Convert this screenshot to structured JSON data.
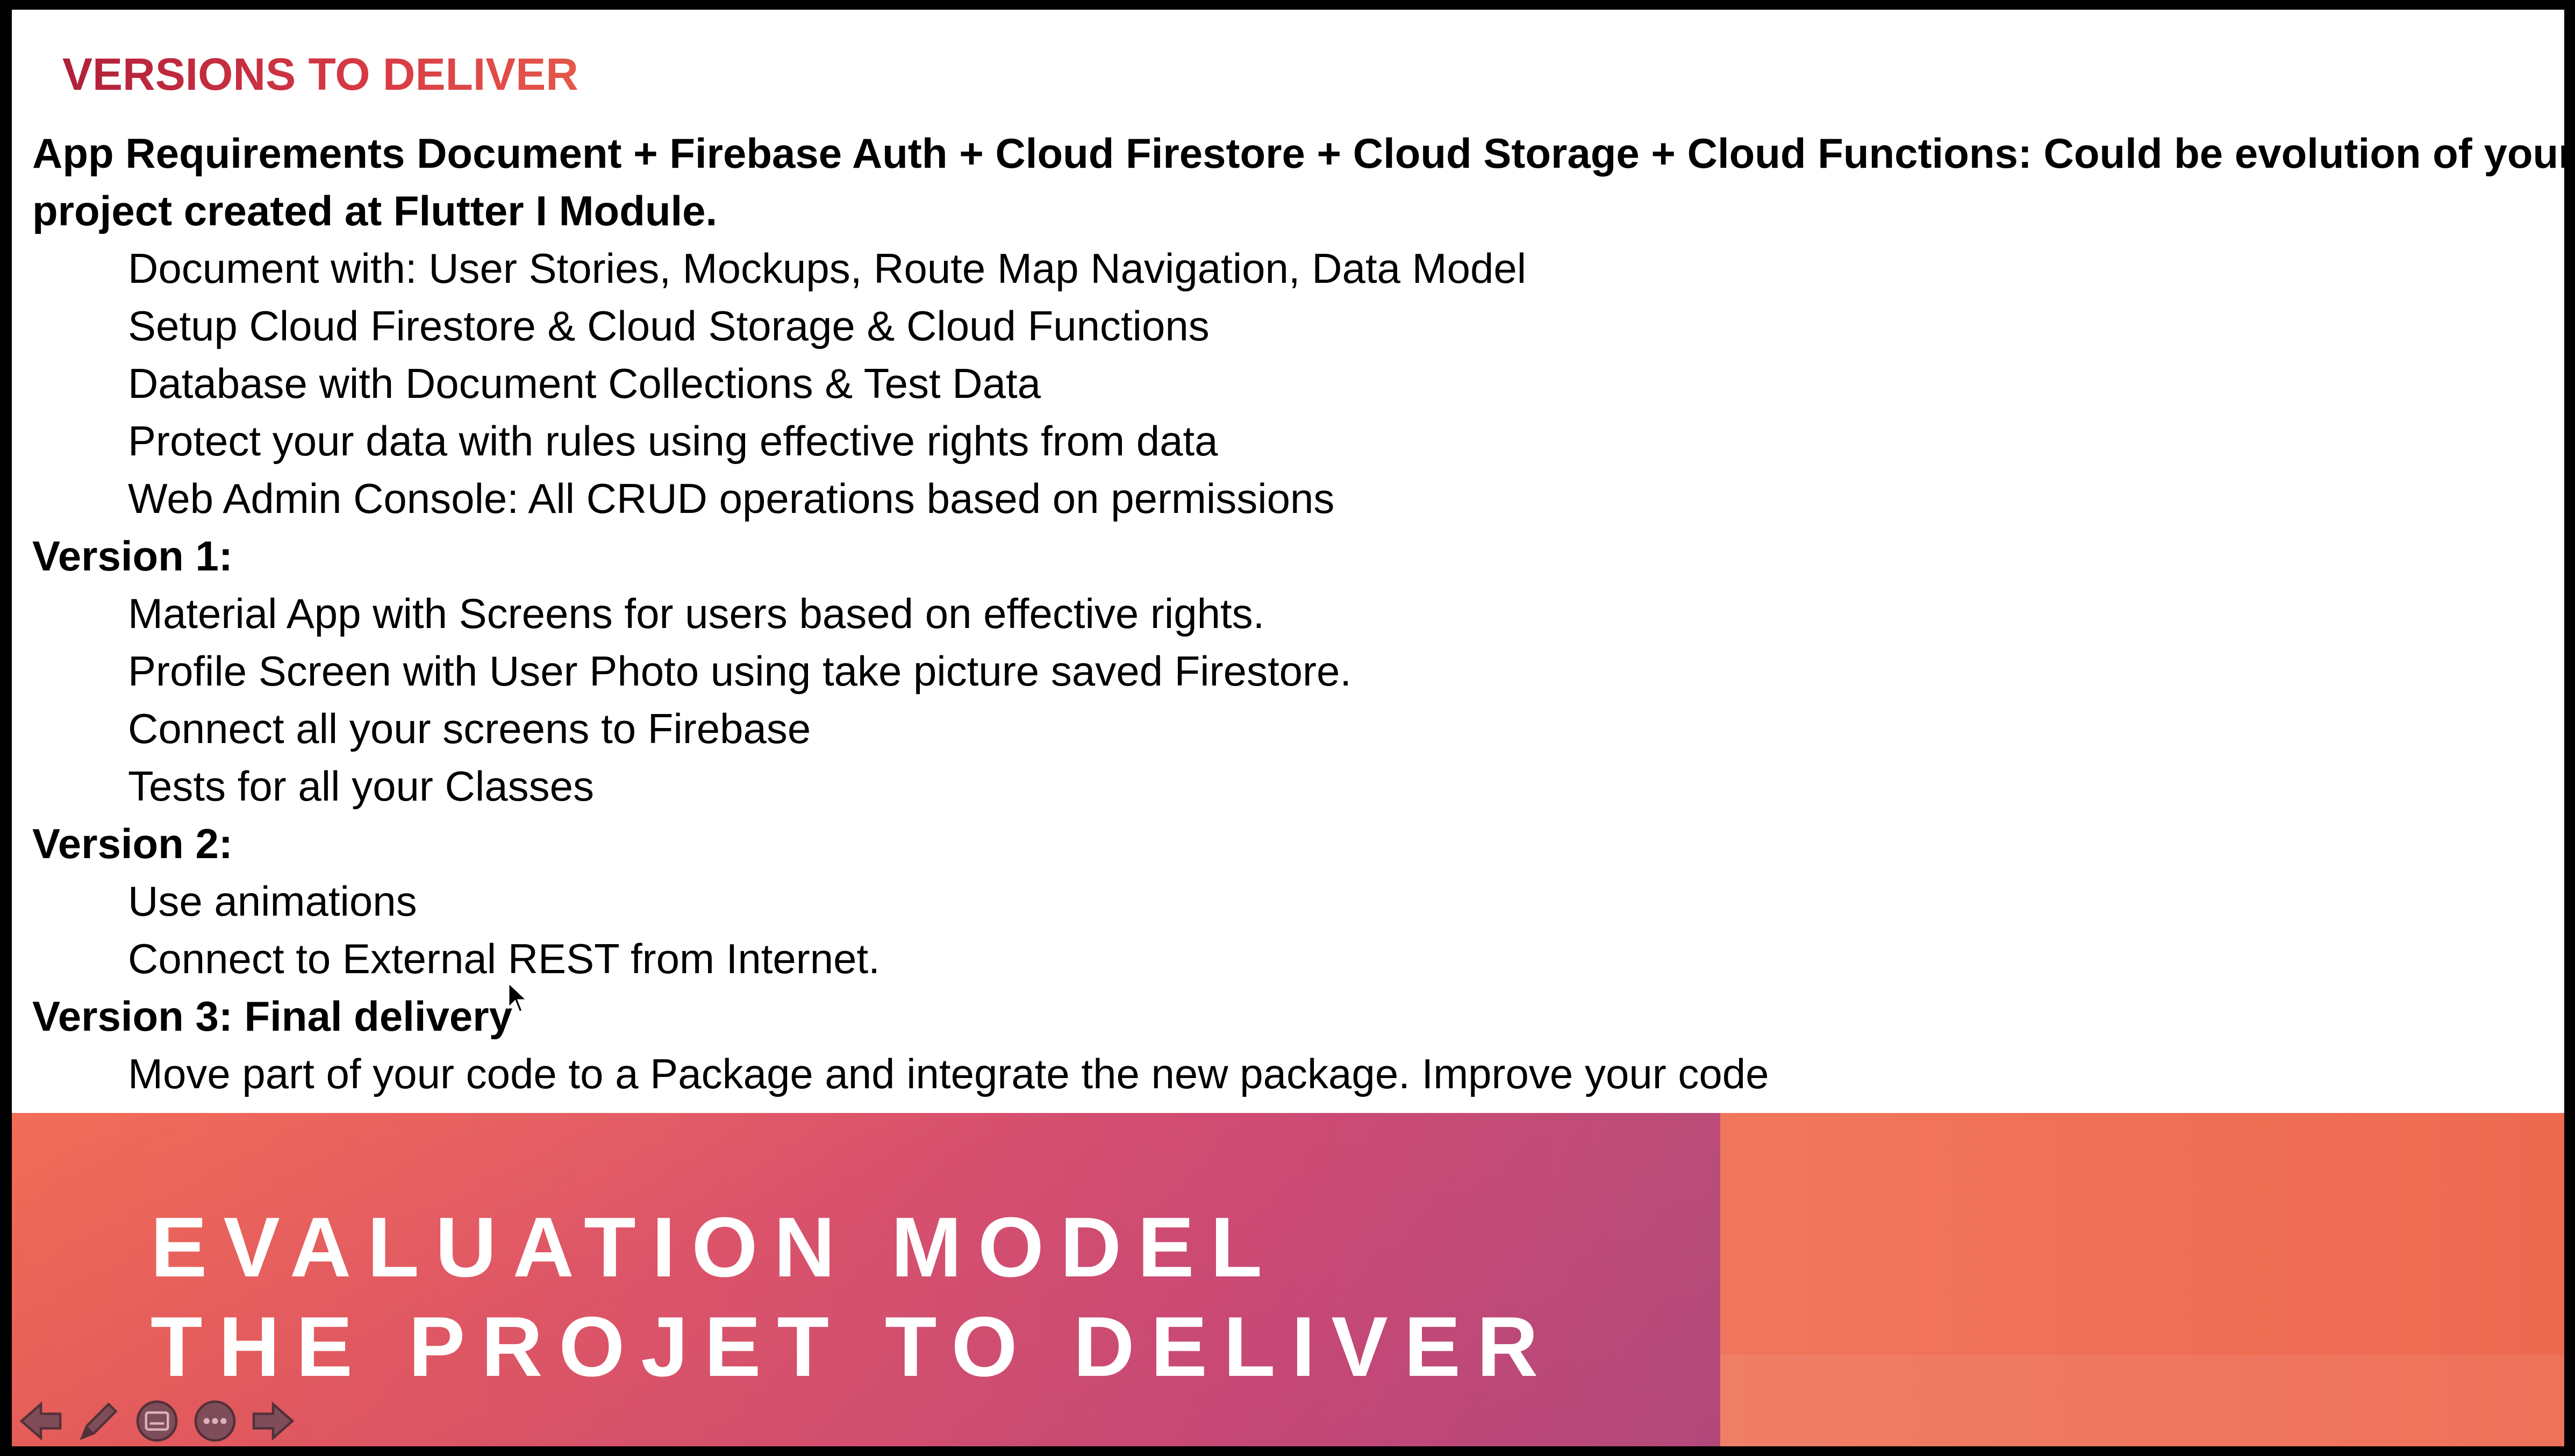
{
  "slide": {
    "title": "VERSIONS TO DELIVER",
    "lines": [
      {
        "text": "App Requirements Document + Firebase Auth + Cloud Firestore + Cloud Storage + Cloud Functions:  Could be evolution of your",
        "style": "bold"
      },
      {
        "text": "project created at Flutter I Module.",
        "style": "bold"
      },
      {
        "text": "Document with: User Stories, Mockups, Route Map Navigation, Data Model",
        "style": "indent"
      },
      {
        "text": "Setup Cloud Firestore & Cloud Storage & Cloud Functions",
        "style": "indent"
      },
      {
        "text": "Database with Document Collections & Test Data",
        "style": "indent"
      },
      {
        "text": "Protect your data with rules using effective rights from data",
        "style": "indent"
      },
      {
        "text": "Web Admin Console: All CRUD operations based on permissions",
        "style": "indent"
      },
      {
        "text": "Version 1:",
        "style": "bold"
      },
      {
        "text": "Material App with Screens for users based on effective rights.",
        "style": "indent"
      },
      {
        "text": "Profile Screen with User Photo using take picture saved Firestore.",
        "style": "indent"
      },
      {
        "text": "Connect all your screens to Firebase",
        "style": "indent"
      },
      {
        "text": "Tests for all your Classes",
        "style": "indent"
      },
      {
        "text": "Version 2:",
        "style": "bold"
      },
      {
        "text": "Use animations",
        "style": "indent"
      },
      {
        "text": "Connect to External REST from Internet.",
        "style": "indent"
      },
      {
        "text": "Version 3: Final delivery",
        "style": "bold"
      },
      {
        "text": "Move part of your code to a Package and integrate the new package. Improve your code",
        "style": "indent"
      }
    ]
  },
  "banner": {
    "line1": "EVALUATION MODEL",
    "line2": "THE PROJET TO DELIVER"
  },
  "nav": {
    "icons": [
      "arrow-left-icon",
      "pen-icon",
      "subtitles-icon",
      "more-icon",
      "arrow-right-icon"
    ]
  },
  "colors": {
    "title": "#c8323a",
    "banner_left": "#d9566a",
    "banner_right": "#f0775e"
  }
}
